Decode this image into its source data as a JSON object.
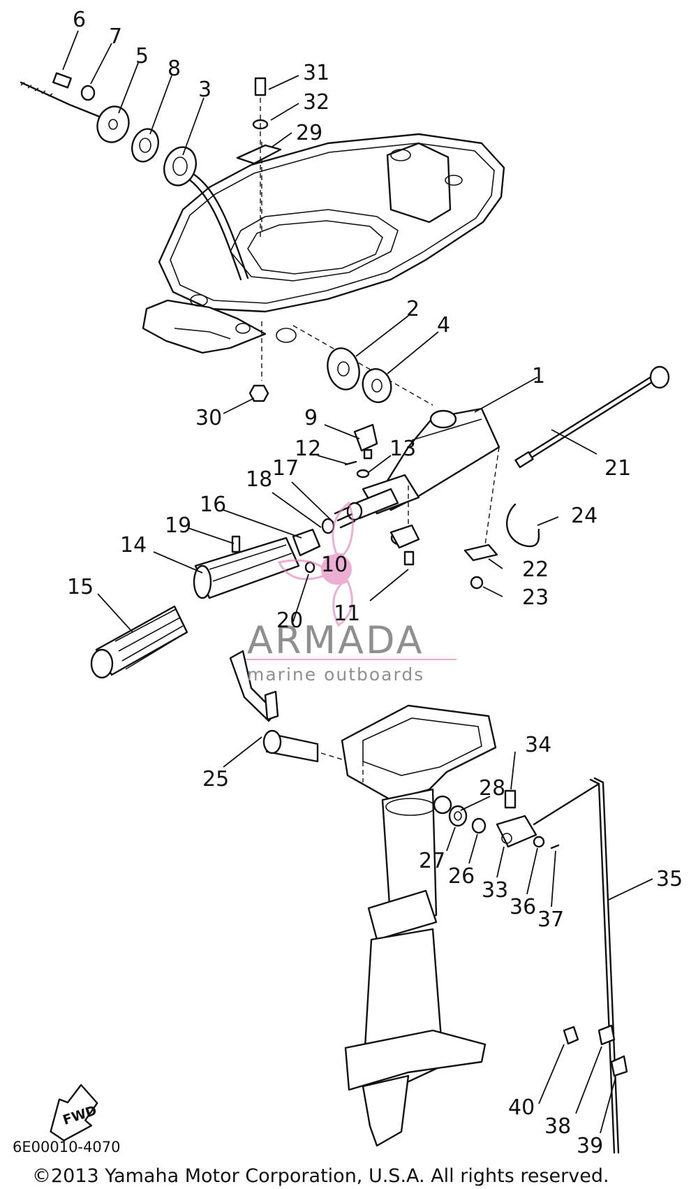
{
  "diagram": {
    "part_code": "6E00010-4070",
    "copyright": "©2013 Yamaha Motor Corporation, U.S.A. All rights reserved.",
    "direction_badge": "FWD",
    "watermark": {
      "brand": "ARMADA",
      "tagline": "marine outboards"
    },
    "part_numbers": [
      "1",
      "2",
      "3",
      "4",
      "5",
      "6",
      "7",
      "8",
      "9",
      "10",
      "11",
      "12",
      "13",
      "14",
      "15",
      "16",
      "17",
      "18",
      "19",
      "20",
      "21",
      "22",
      "23",
      "24",
      "25",
      "26",
      "27",
      "28",
      "29",
      "30",
      "31",
      "32",
      "33",
      "34",
      "35",
      "36",
      "37",
      "38",
      "39",
      "40"
    ]
  }
}
